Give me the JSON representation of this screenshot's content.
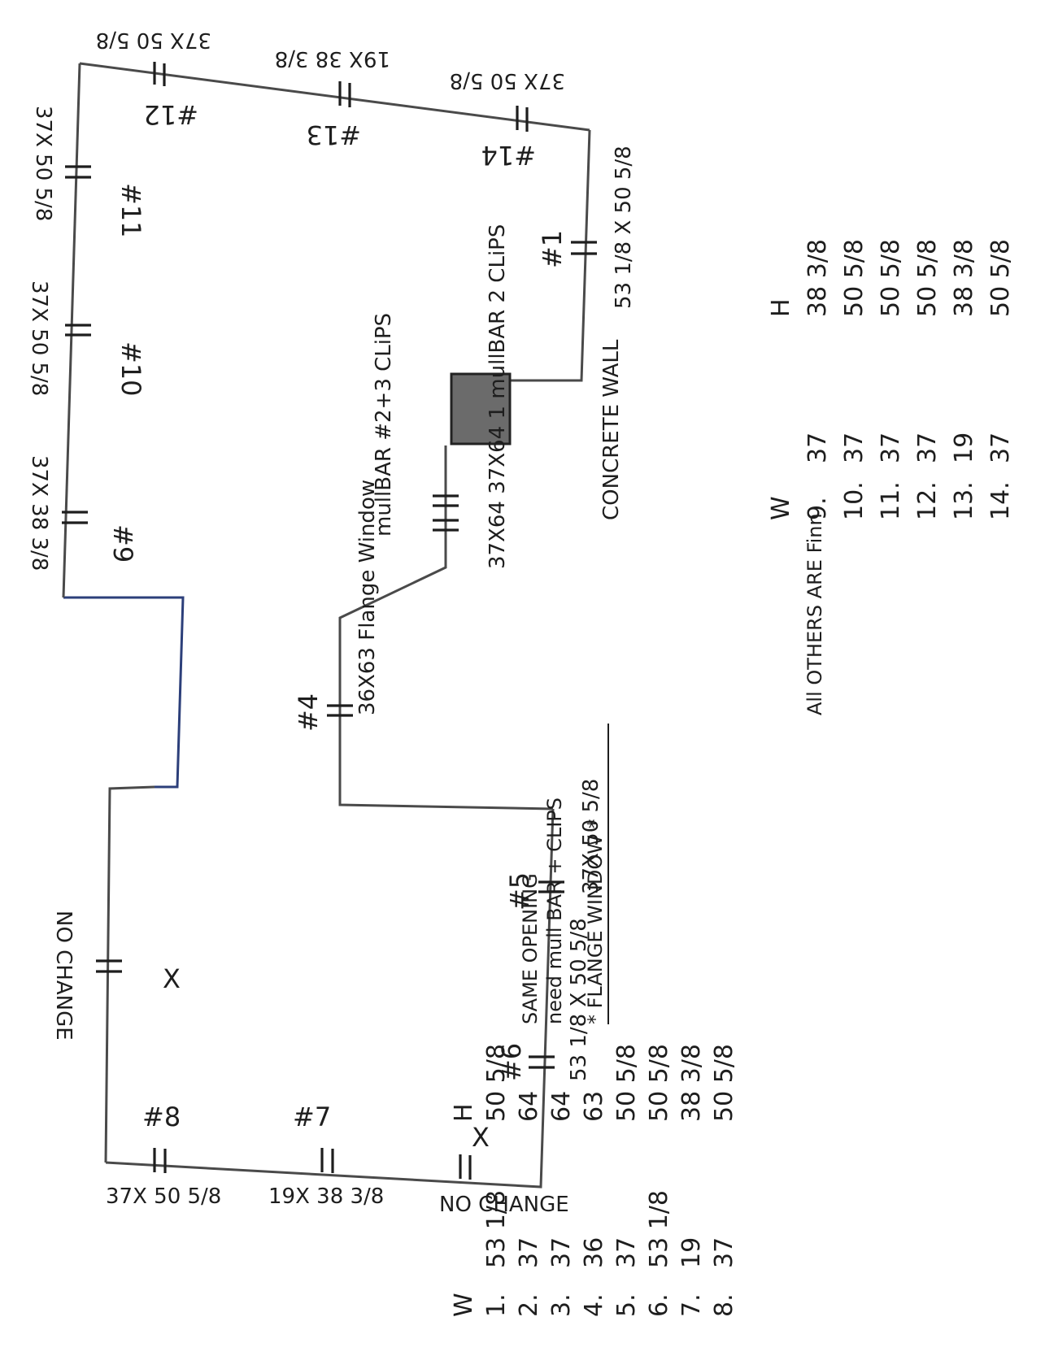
{
  "windows_plan": {
    "windows": [
      {
        "id": "#1",
        "size": "53 1/8 X 50 5/8"
      },
      {
        "id": "#4",
        "size": "36X63 Flange Window"
      },
      {
        "id": "#5",
        "size": "37X 50 5/8"
      },
      {
        "id": "#6",
        "size": "53 1/8 X 50 5/8"
      },
      {
        "id": "#7",
        "size": "19X 38 3/8"
      },
      {
        "id": "#8",
        "size": "37X 50 5/8"
      },
      {
        "id": "#9",
        "size": "37X 38 3/8"
      },
      {
        "id": "#10",
        "size": "37X 50 5/8"
      },
      {
        "id": "#11",
        "size": "37X 50 5/8"
      },
      {
        "id": "#12",
        "size": "37X 50 5/8"
      },
      {
        "id": "#13",
        "size": "19X 38 3/8"
      },
      {
        "id": "#14",
        "size": "37X 50 5/8"
      }
    ],
    "no_change_left": "NO CHANGE",
    "no_change_bottom": "NO CHANGE",
    "no_change_mark": "X",
    "mullbar_note": "mullBAR #2+3 CLiPS",
    "window_23_note": "37X64 37X64 1 mullBAR 2 CLiPS",
    "concrete_wall": "CONCRETE WALL"
  },
  "table_left": {
    "header_w": "W",
    "header_h": "H",
    "rows": [
      {
        "n": "1.",
        "w": "53 1/8",
        "h": "50 5/8"
      },
      {
        "n": "2.",
        "w": "37",
        "h": "64"
      },
      {
        "n": "3.",
        "w": "37",
        "h": "64"
      },
      {
        "n": "4.",
        "w": "36",
        "h": "63"
      },
      {
        "n": "5.",
        "w": "37",
        "h": "50 5/8"
      },
      {
        "n": "6.",
        "w": "53 1/8",
        "h": "50 5/8"
      },
      {
        "n": "7.",
        "w": "19",
        "h": "38 3/8"
      },
      {
        "n": "8.",
        "w": "37",
        "h": "50 5/8"
      }
    ],
    "note_same_opening": "SAME OPENING",
    "note_need_mullbar": "need mull BAR + CLIPS",
    "note_flange": "* FLANGE WINDOW *"
  },
  "table_right": {
    "header_w": "W",
    "header_h": "H",
    "rows": [
      {
        "n": "9.",
        "w": "37",
        "h": "38 3/8"
      },
      {
        "n": "10.",
        "w": "37",
        "h": "50 5/8"
      },
      {
        "n": "11.",
        "w": "37",
        "h": "50 5/8"
      },
      {
        "n": "12.",
        "w": "37",
        "h": "50 5/8"
      },
      {
        "n": "13.",
        "w": "19",
        "h": "38 3/8"
      },
      {
        "n": "14.",
        "w": "37",
        "h": "50 5/8"
      }
    ],
    "note_all_others": "All OTHERS ARE Finn"
  }
}
